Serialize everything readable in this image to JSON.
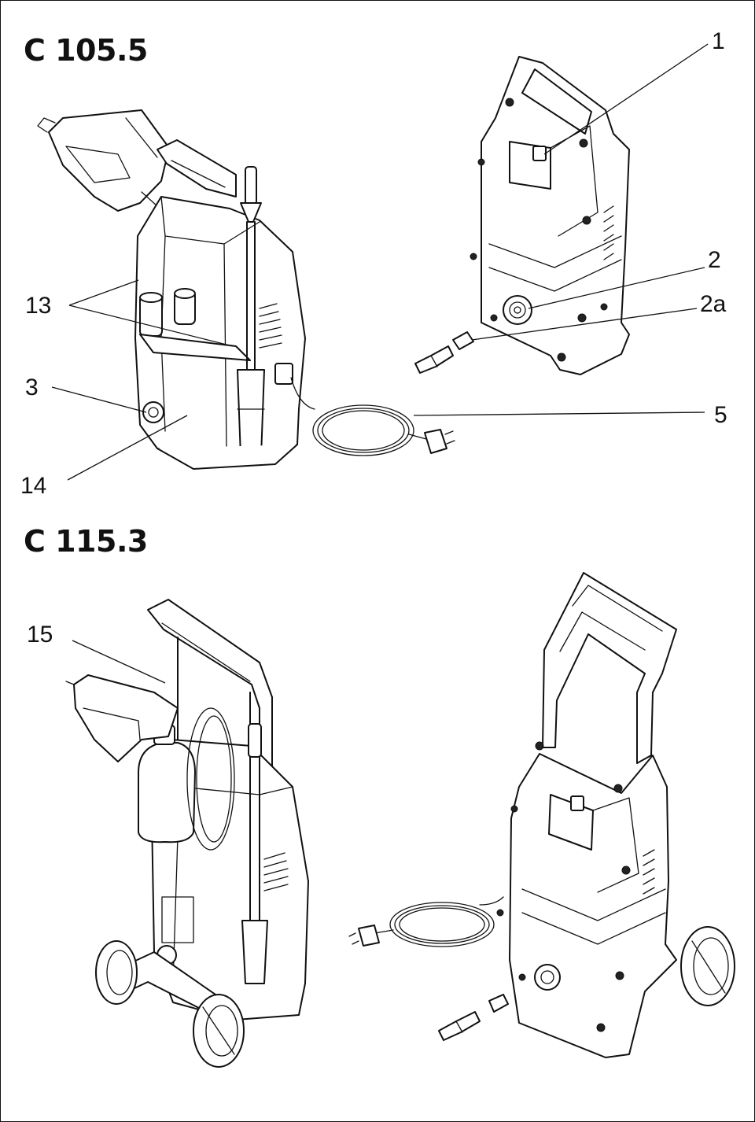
{
  "models": [
    {
      "id": "top",
      "title": "C 105.5"
    },
    {
      "id": "bottom",
      "title": "C 115.3"
    }
  ],
  "callouts": {
    "c1": "1",
    "c2": "2",
    "c2a": "2a",
    "c3": "3",
    "c5": "5",
    "c13": "13",
    "c14": "14",
    "c15": "15"
  }
}
